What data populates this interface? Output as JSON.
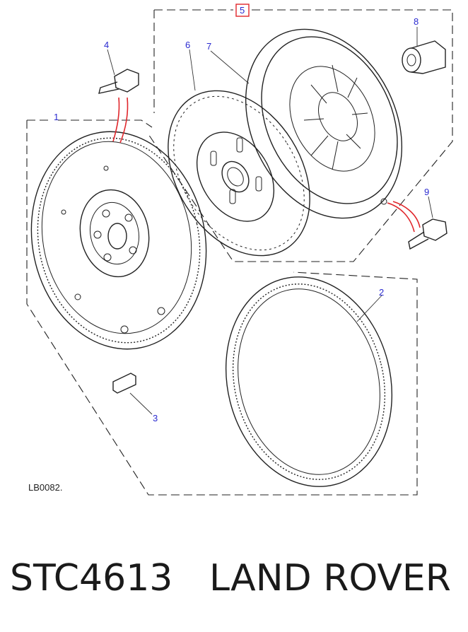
{
  "diagram": {
    "callouts": [
      {
        "id": "1",
        "label": "1"
      },
      {
        "id": "2",
        "label": "2"
      },
      {
        "id": "3",
        "label": "3"
      },
      {
        "id": "4",
        "label": "4"
      },
      {
        "id": "5",
        "label": "5"
      },
      {
        "id": "6",
        "label": "6"
      },
      {
        "id": "7",
        "label": "7"
      },
      {
        "id": "8",
        "label": "8"
      },
      {
        "id": "9",
        "label": "9"
      }
    ],
    "reference": "LB0082.",
    "colors": {
      "callout": "#2a2ad0",
      "highlight": "#e0262b",
      "line": "#222222"
    }
  },
  "caption": {
    "part_number": "STC4613",
    "brand": "LAND ROVER"
  }
}
